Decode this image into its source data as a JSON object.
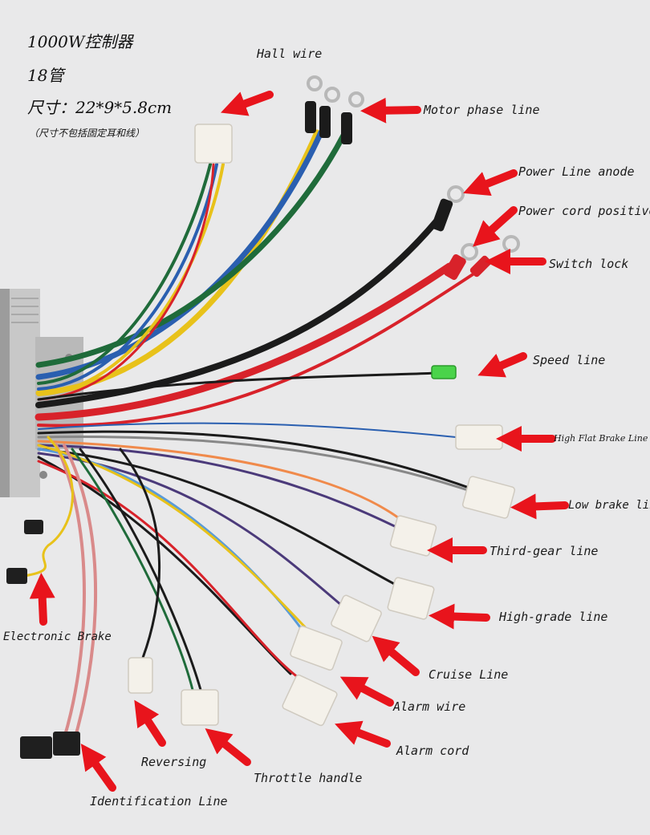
{
  "specs": {
    "model": "1000W控制器",
    "tubes": "18管",
    "size": "尺寸：22*9*5.8cm",
    "note": "（尺寸不包括固定耳和线）"
  },
  "labels": {
    "hall_wire": "Hall wire",
    "motor_phase": "Motor phase line",
    "power_anode": "Power Line anode",
    "power_positive": "Power cord positive",
    "switch_lock": "Switch lock",
    "speed": "Speed line",
    "high_flat_brake": "High Flat Brake Line",
    "low_brake": "Low brake line",
    "third_gear": "Third-gear line",
    "high_grade": "High-grade line",
    "cruise": "Cruise Line",
    "alarm_wire": "Alarm wire",
    "alarm_cord": "Alarm cord",
    "throttle": "Throttle handle",
    "reversing": "Reversing",
    "identification": "Identification Line",
    "electronic_brake": "Electronic Brake"
  },
  "colors": {
    "background": "#e9e9ea",
    "arrow": "#e8141c",
    "wire_red": "#d8222a",
    "wire_black": "#1b1b1b",
    "wire_green": "#1f6b3a",
    "wire_yellow": "#e8c21a",
    "wire_blue": "#2a5fb0",
    "wire_pink": "#d98a8a",
    "connector": "#f4f1ea"
  }
}
